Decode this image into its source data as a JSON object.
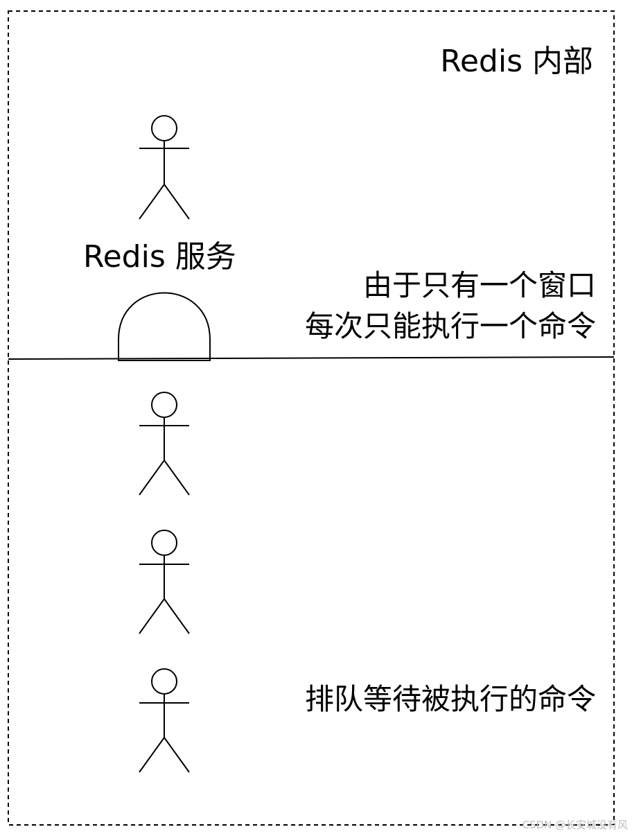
{
  "diagram": {
    "title": "Redis 内部",
    "server_label": "Redis 服务",
    "window_note_lines": [
      "由于只有一个窗口",
      "每次只能执行一个命令"
    ],
    "queue_label": "排队等待被执行的命令",
    "queue_count": 3
  },
  "watermark": "CSDN @长安城没有风",
  "colors": {
    "stroke": "#000000",
    "background": "#ffffff",
    "watermark": "#bdbdbd"
  }
}
